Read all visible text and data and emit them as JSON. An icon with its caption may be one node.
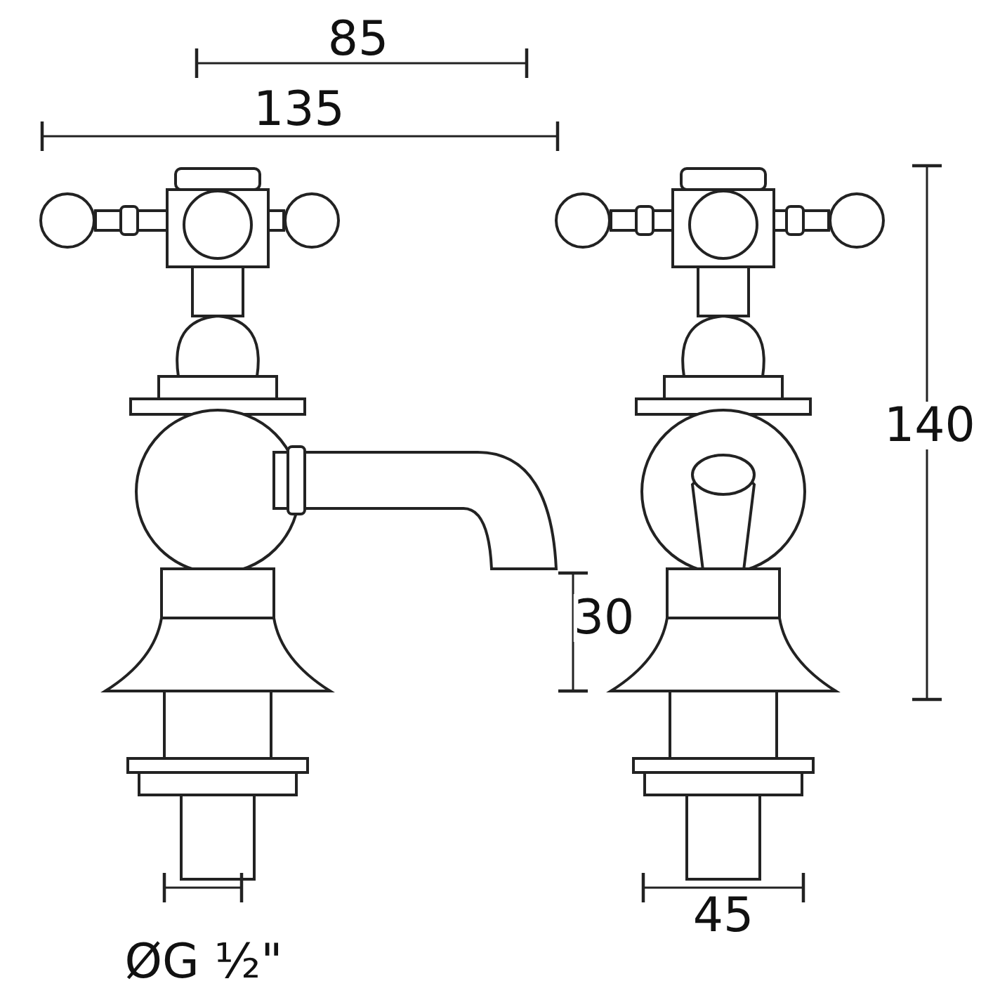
{
  "diagram": {
    "labels": [
      "85",
      "135",
      "140",
      "30",
      "45",
      "ØG ½\""
    ]
  }
}
